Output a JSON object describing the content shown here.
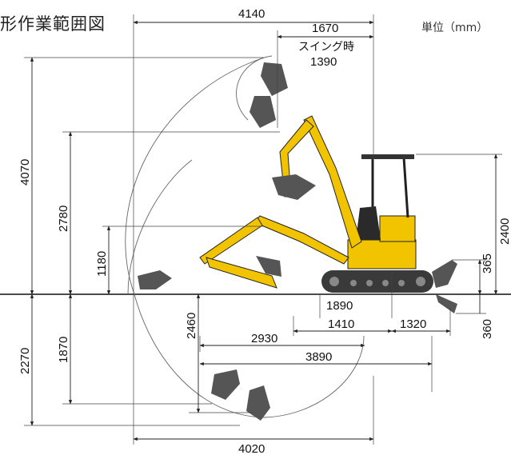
{
  "title": "形作業範囲図",
  "unit_label": "単位（mm）",
  "dimensions": {
    "top_width": "4140",
    "swing_reach": "1670",
    "swing_label": "スイング時",
    "swing_value": "1390",
    "max_digging_height": "4070",
    "max_dumping_height": "2780",
    "height_1180": "1180",
    "overall_height": "2400",
    "blade_height": "365",
    "blade_depth": "360",
    "max_digging_depth": "2270",
    "vertical_wall_depth": "1870",
    "depth_2460": "2460",
    "dim_1890": "1890",
    "dim_1410": "1410",
    "dim_1320": "1320",
    "dim_2930": "2930",
    "dim_3890": "3890",
    "bottom_width": "4020"
  },
  "colors": {
    "machine_yellow": "#f2c400",
    "machine_dark": "#2a2a2a",
    "bucket_gray": "#555555"
  }
}
